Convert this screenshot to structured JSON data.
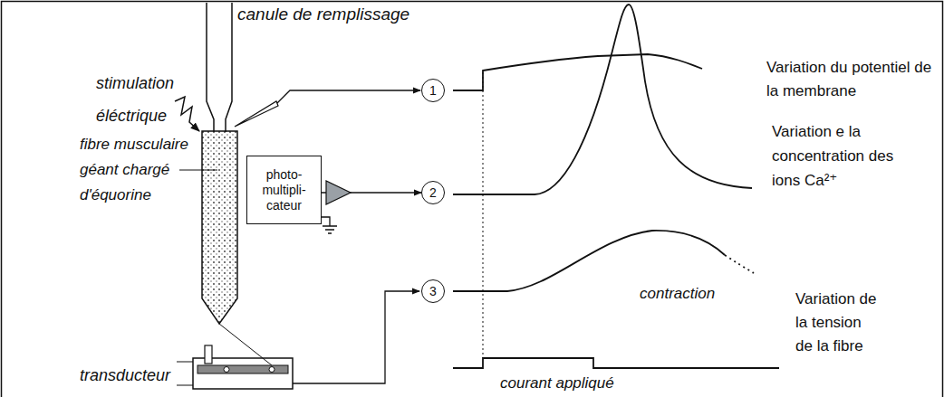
{
  "diagram": {
    "nodes": [
      {
        "text": [
          "photo- multipli- cateur"
        ]
      },
      {
        "text": [
          "1"
        ]
      },
      {
        "text": [
          "2"
        ]
      },
      {
        "text": [
          "3"
        ]
      }
    ],
    "edges": [
      {
        "from": 0,
        "to": 2,
        "arrow": "to"
      }
    ],
    "labels": [
      "canule de remplissage",
      "stimulation éléctrique",
      "fibre musculaire géant chargé d'équorine",
      "transducteur",
      "Variation du potentiel de la membrane",
      "Variation e la concentration des ions Ca²⁺",
      "contraction",
      "Variation de la tension de la fibre",
      "courant appliqué"
    ]
  }
}
